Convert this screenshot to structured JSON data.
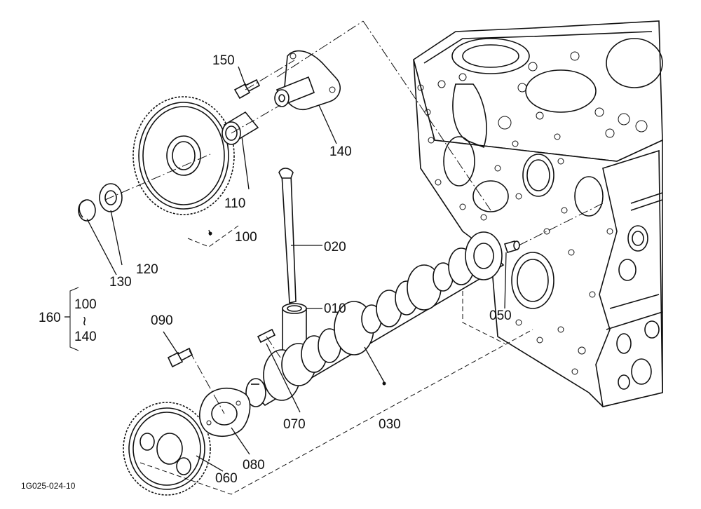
{
  "labels": {
    "p010": "010",
    "p020": "020",
    "p030": "030",
    "p050": "050",
    "p060": "060",
    "p070": "070",
    "p080": "080",
    "p090": "090",
    "p100": "100",
    "p110": "110",
    "p120": "120",
    "p130": "130",
    "p140": "140",
    "p150": "150",
    "p160": "160",
    "range_start": "100",
    "range_sep": "≀",
    "range_end": "140"
  },
  "drawing_code": "1G025-024-10"
}
